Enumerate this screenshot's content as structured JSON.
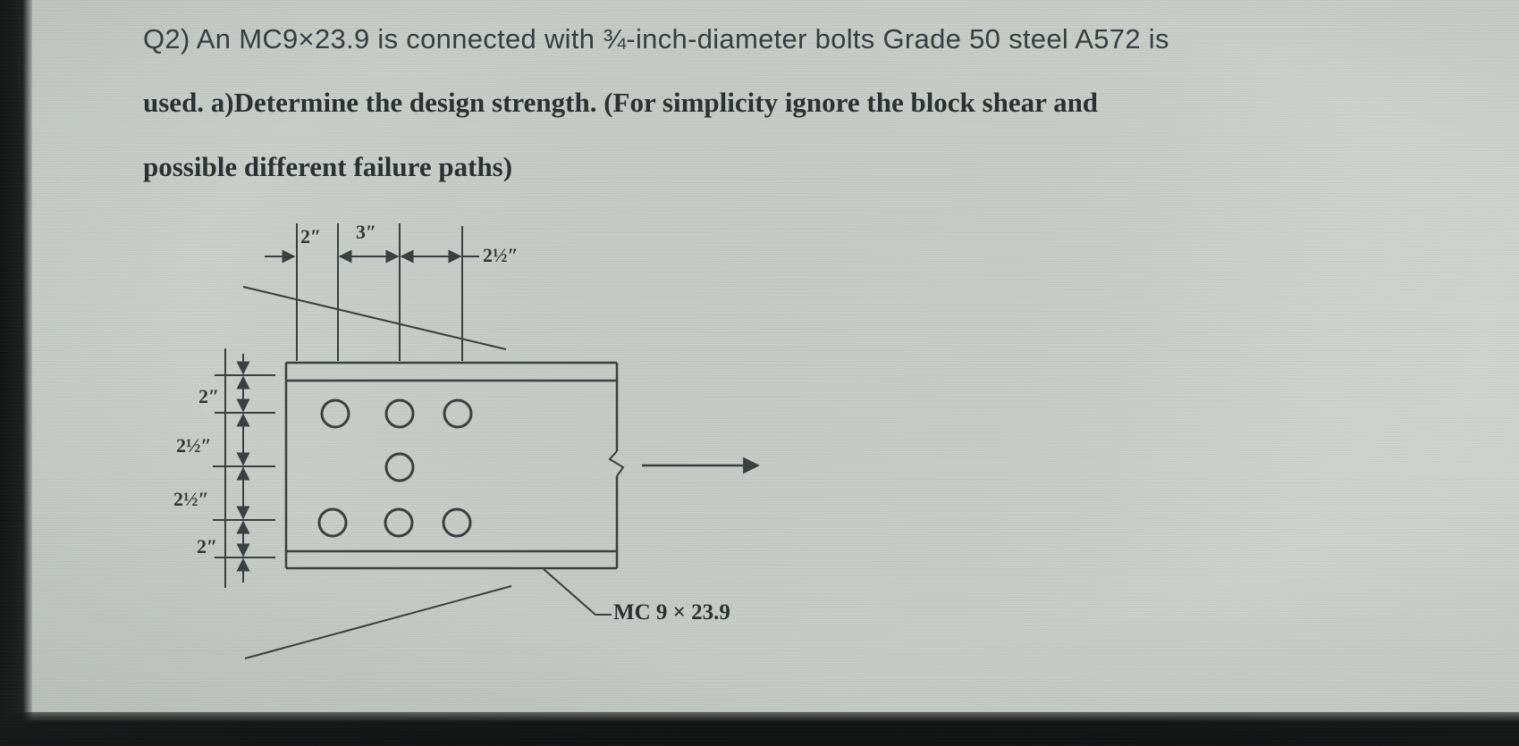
{
  "question": {
    "line1": "Q2) An MC9×23.9 is connected with ¾-inch-diameter bolts Grade 50 steel A572 is",
    "line2": "used. a)Determine the design strength. (For simplicity ignore the block shear and",
    "line3": "possible different failure paths)"
  },
  "diagram": {
    "top_dims": [
      "2″",
      "3″",
      "2½″"
    ],
    "left_dims": [
      "2″",
      "2½″",
      "2½″",
      "2″"
    ],
    "member_label": "MC 9 × 23.9"
  },
  "colors": {
    "background": "#c8cdc9",
    "ink": "#2c3233",
    "line": "#363c3d"
  }
}
